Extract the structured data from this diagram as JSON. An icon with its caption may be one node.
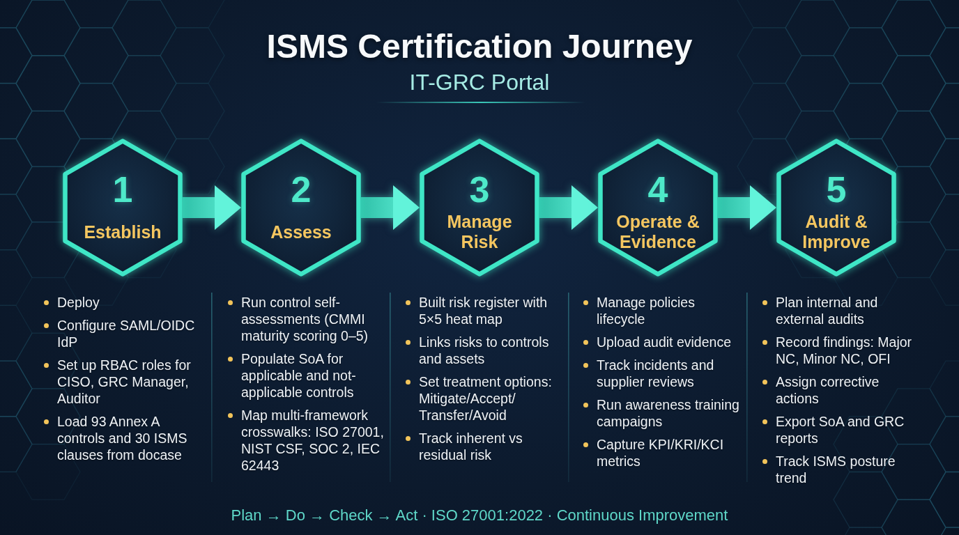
{
  "diagram": {
    "title": "ISMS Certification Journey",
    "caption": "Plan → Do → Check → Act · ISO 27001:2022 · Continuous Improvement",
    "nodes": [
      {
        "text": [
          "1",
          "Establish"
        ],
        "beside": [
          "Deploy",
          "Configure SAML/OIDC IdP",
          "Set up RBAC roles for CISO, GRC Manager, Auditor",
          "Load 93 Annex A controls and 30 ISMS clauses from docase"
        ]
      },
      {
        "text": [
          "2",
          "Assess"
        ],
        "beside": [
          "Run control self-assessments (CMMI maturity scoring 0–5)",
          "Populate SoA for applicable and not-applicable controls",
          "Map multi-framework crosswalks: ISO 27001, NIST CSF, SOC 2, IEC 62443"
        ]
      },
      {
        "text": [
          "3",
          "Manage Risk"
        ],
        "beside": [
          "Built risk register with 5×5 heat map",
          "Links risks to controls and assets",
          "Set treatment options: Mitigate/Accept/Transfer/Avoid",
          "Track inherent vs residual risk"
        ]
      },
      {
        "text": [
          "4",
          "Operate & Evidence"
        ],
        "beside": [
          "Manage policies lifecycle",
          "Upload audit evidence",
          "Track incidents and supplier reviews",
          "Run awareness training campaigns",
          "Capture KPI/KRI/KCI metrics"
        ]
      },
      {
        "text": [
          "5",
          "Audit & Improve"
        ],
        "beside": [
          "Plan internal and external audits",
          "Record findings: Major NC, Minor NC, OFI",
          "Assign corrective actions",
          "Export SoA and GRC reports",
          "Track ISMS posture trend"
        ]
      }
    ],
    "edges": [
      {
        "from": 0,
        "to": 1,
        "arrow": "to"
      },
      {
        "from": 1,
        "to": 2,
        "arrow": "to"
      },
      {
        "from": 2,
        "to": 3,
        "arrow": "to"
      },
      {
        "from": 3,
        "to": 4,
        "arrow": "to"
      }
    ],
    "labels": [
      "IT-GRC Portal"
    ]
  }
}
